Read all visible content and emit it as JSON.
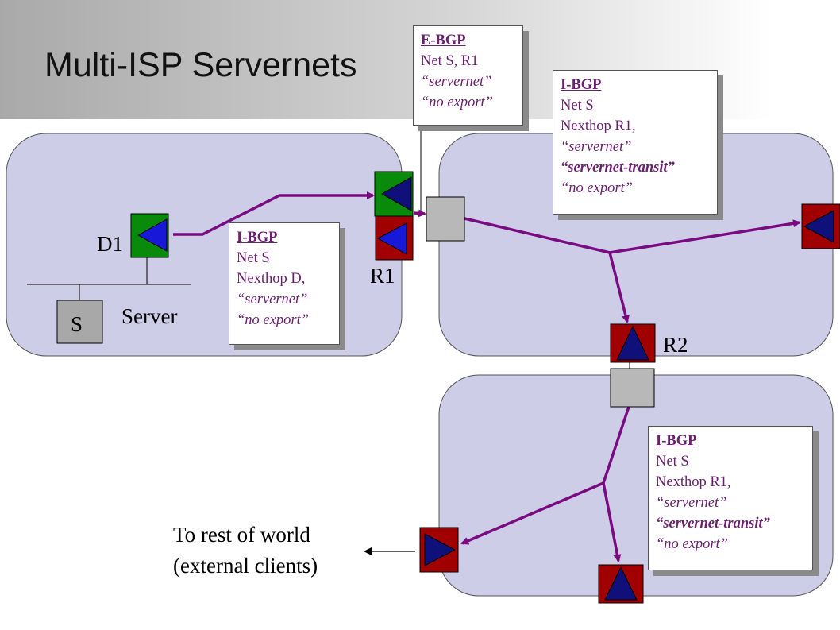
{
  "slide": {
    "title": "Multi-ISP Servernets",
    "colors": {
      "region_fill": "#cdcde8",
      "link_line": "#7a0a7f",
      "router_green": "#0a8a0a",
      "router_red": "#a00000",
      "triangle_blue": "#1818d8",
      "triangle_navy": "#10107a",
      "box_text": "#6a1f6f"
    }
  },
  "labels": {
    "d1": "D1",
    "r1": "R1",
    "r2": "R2",
    "s": "S",
    "server": "Server",
    "world_line1": "To rest of world",
    "world_line2": "(external clients)"
  },
  "boxes": {
    "ebgp": {
      "header": "E-BGP",
      "lines": [
        "Net S, R1",
        "“servernet”",
        "“no export”"
      ]
    },
    "ibgp_d": {
      "header": "I-BGP",
      "lines": [
        "Net S",
        "Nexthop D,",
        "“servernet”",
        "“no export”"
      ]
    },
    "ibgp_r1_top": {
      "header": "I-BGP",
      "lines": [
        "Net S",
        "Nexthop R1,",
        "“servernet”",
        "“servernet-transit”",
        "“no export”"
      ]
    },
    "ibgp_r1_bottom": {
      "header": "I-BGP",
      "lines": [
        "Net S",
        "Nexthop R1,",
        "“servernet”",
        "“servernet-transit”",
        "“no export”"
      ]
    }
  }
}
